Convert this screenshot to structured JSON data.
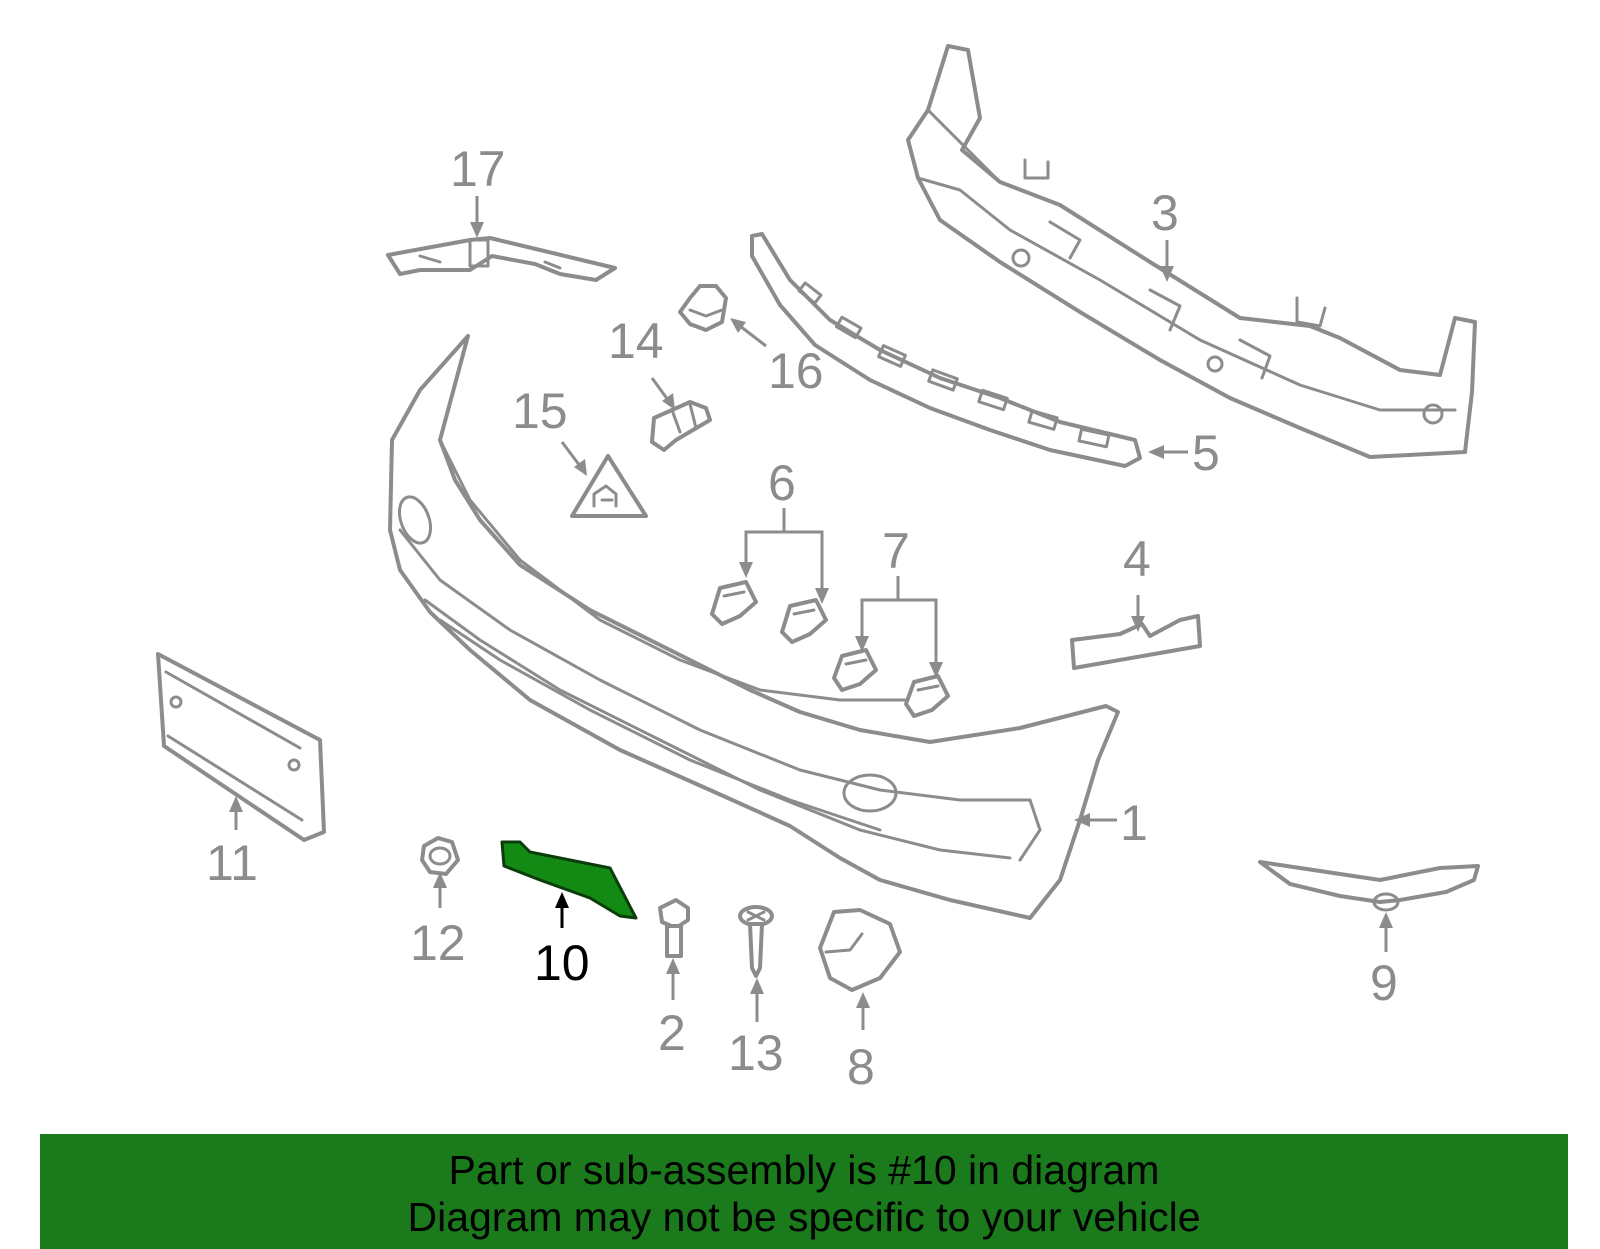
{
  "diagram": {
    "highlight_color": "#138a13",
    "callouts": {
      "c1": "1",
      "c2": "2",
      "c3": "3",
      "c4": "4",
      "c5": "5",
      "c6": "6",
      "c7": "7",
      "c8": "8",
      "c9": "9",
      "c10": "10",
      "c11": "11",
      "c12": "12",
      "c13": "13",
      "c14": "14",
      "c15": "15",
      "c16": "16",
      "c17": "17"
    }
  },
  "banner": {
    "line1": "Part or sub-assembly is #10 in diagram",
    "line2": "Diagram may not be specific to your vehicle",
    "color": "#1b7a1b"
  }
}
